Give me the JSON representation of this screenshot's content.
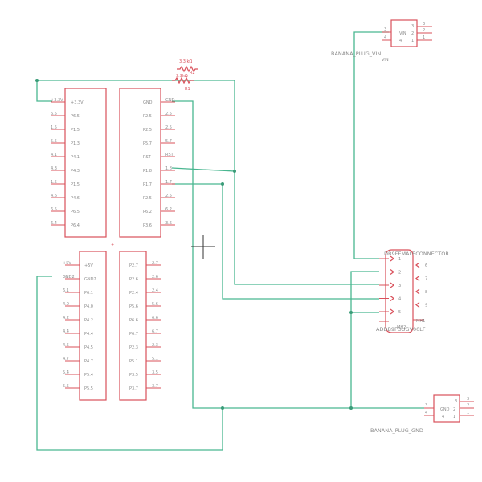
{
  "mcu": {
    "top_left_names": [
      "+3.3V",
      "P6.5",
      "P1.5",
      "P1.3",
      "P4.1",
      "P4.3",
      "P1.5",
      "P4.6",
      "P6.5",
      "P6.4"
    ],
    "top_left_nets": [
      "+3.3V",
      "6.5",
      "1.5",
      "5.5",
      "4.1",
      "4.3",
      "1.5",
      "4.6",
      "6.5",
      "6.4"
    ],
    "top_right_names": [
      "GND",
      "P2.5",
      "P2.5",
      "P5.7",
      "RST",
      "P1.8",
      "P1.7",
      "P2.5",
      "P6.2",
      "P3.6"
    ],
    "top_right_nets": [
      "GND",
      "2.5",
      "2.5",
      "5.7",
      "RST",
      "1.8",
      "1.7",
      "2.5",
      "6.2",
      "3.6"
    ],
    "bottom_left_names": [
      "+5V",
      "GND2",
      "P6.1",
      "P4.0",
      "P4.2",
      "P4.4",
      "P4.5",
      "P4.7",
      "P5.4",
      "P5.5"
    ],
    "bottom_left_nets": [
      "+5V",
      "GND2",
      "6.1",
      "4.0",
      "4.2",
      "4.4",
      "4.5",
      "4.7",
      "5.4",
      "5.5"
    ],
    "bottom_right_names": [
      "P2.7",
      "P2.6",
      "P2.4",
      "P5.6",
      "P6.6",
      "P6.7",
      "P2.3",
      "P5.1",
      "P3.5",
      "P3.7"
    ],
    "bottom_right_nets": [
      "2.7",
      "2.6",
      "2.4",
      "5.6",
      "6.6",
      "6.7",
      "2.3",
      "5.1",
      "3.5",
      "3.7"
    ]
  },
  "resistors": {
    "r2_value": "3.3 kΩ",
    "r2_name": "R2",
    "r1_value": "3.3kΩ",
    "r1_name": "R1"
  },
  "banana_top": {
    "label": "BANANA_PLUG_VIN",
    "pin_label": "VIN",
    "net": "VIN",
    "pins": [
      "3",
      "2",
      "4",
      "1"
    ]
  },
  "banana_bottom": {
    "label": "BANANA_PLUG_GND",
    "pin_label": "GND",
    "pins": [
      "3",
      "2",
      "4",
      "1"
    ]
  },
  "connector": {
    "name": "DB9FEMALECONNECTOR",
    "part": "ADDB9FDUGV00LF",
    "mh1": "MH1",
    "mh2": "MH2",
    "left_pins": [
      "1",
      "2",
      "3",
      "4",
      "5"
    ],
    "right_pins": [
      "6",
      "7",
      "8",
      "9"
    ]
  },
  "colors": {
    "part_outline": "#d9505a",
    "wire": "#49b690",
    "label": "#8a8a8a"
  }
}
